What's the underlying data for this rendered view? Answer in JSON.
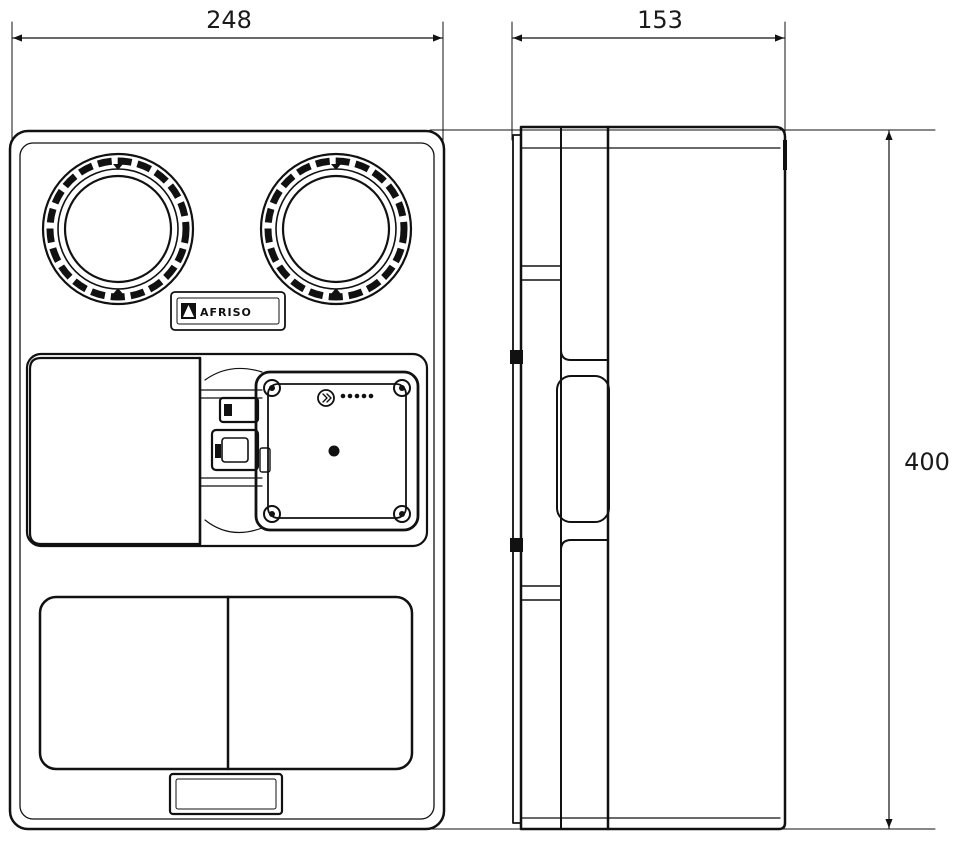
{
  "dimensions": {
    "width_label": "248",
    "depth_label": "153",
    "height_label": "400"
  },
  "logo": {
    "text": "AFRISO",
    "icon": "triangle-logo-icon"
  },
  "colors": {
    "line": "#111111",
    "background": "#ffffff"
  }
}
